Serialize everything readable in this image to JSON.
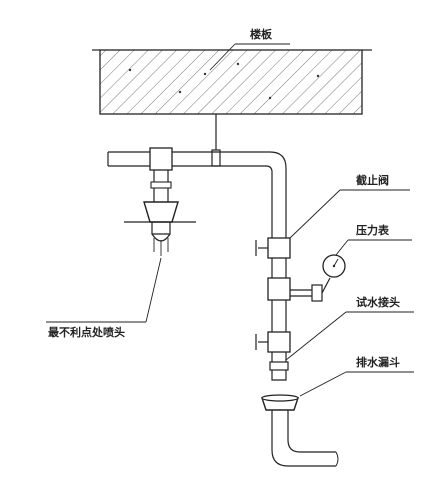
{
  "labels": {
    "floor_slab": "楼板",
    "stop_valve": "截止阀",
    "pressure_gauge": "压力表",
    "test_connector": "试水接头",
    "least_favorable_sprinkler": "最不利点处喷头",
    "drain_funnel": "排水漏斗"
  }
}
